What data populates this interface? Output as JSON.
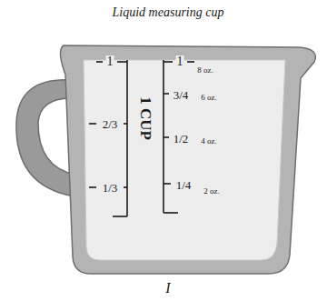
{
  "diagram": {
    "title": "Liquid measuring cup",
    "caption": "I",
    "labels": [
      "1",
      "2/3",
      "1/3",
      "1 CUP",
      "1",
      "8 oz.",
      "3/4",
      "6 oz.",
      "1/2",
      "4 oz.",
      "1/4",
      "2 oz."
    ]
  }
}
